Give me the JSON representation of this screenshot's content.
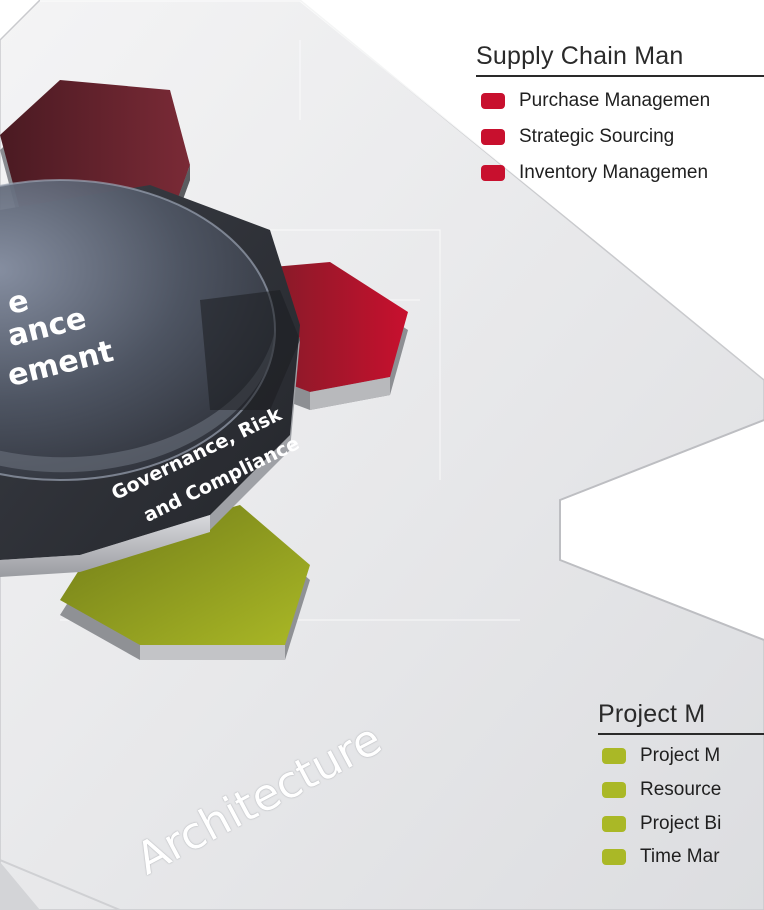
{
  "colors": {
    "supply_chain": "#c8102e",
    "project": "#aab826",
    "hub": "#2f3138",
    "platform": "#e6e7e9"
  },
  "supply_chain": {
    "title": "Supply Chain Man",
    "items": [
      "Purchase Managemen",
      "Strategic Sourcing",
      "Inventory Managemen"
    ]
  },
  "project": {
    "title": "Project M",
    "items": [
      "Project M",
      "Resource",
      "Project Bi",
      "Time Mar"
    ]
  },
  "hub": {
    "center_line1": "e",
    "center_line2": "ance",
    "center_line3": "ement",
    "grc_line1": "Governance, Risk",
    "grc_line2": "and Compliance"
  },
  "platform": {
    "label": "Architecture"
  }
}
